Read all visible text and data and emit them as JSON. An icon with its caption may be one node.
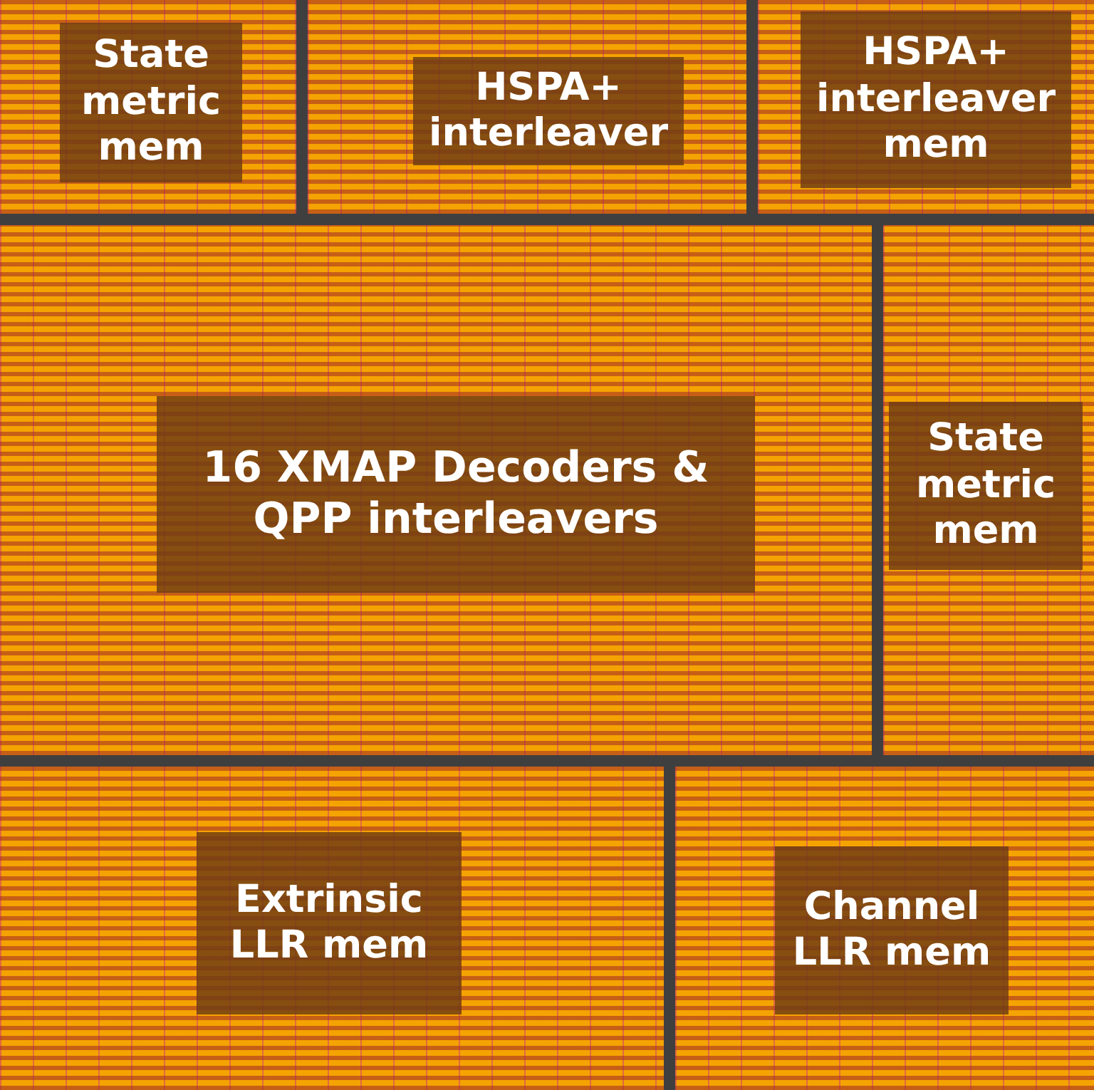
{
  "diagram": {
    "nodes": [
      {
        "text": [
          "State metric mem"
        ]
      },
      {
        "text": [
          "HSPA+ interleaver"
        ]
      },
      {
        "text": [
          "HSPA+ interleaver mem"
        ]
      },
      {
        "text": [
          "16 XMAP Decoders & QPP interleavers"
        ]
      },
      {
        "text": [
          "State metric mem"
        ]
      },
      {
        "text": [
          "Extrinsic LLR mem"
        ]
      },
      {
        "text": [
          "Channel LLR mem"
        ]
      }
    ]
  }
}
